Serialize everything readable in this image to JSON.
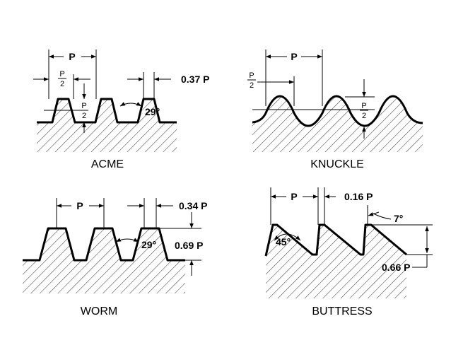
{
  "threads": {
    "acme": {
      "name": "ACME",
      "pitch": "P",
      "half_pitch_num": "P",
      "half_pitch_den": "2",
      "depth_num": "P",
      "depth_den": "2",
      "flat": "0.37 P",
      "angle": "29°"
    },
    "knuckle": {
      "name": "KNUCKLE",
      "pitch": "P",
      "half_pitch_num": "P",
      "half_pitch_den": "2",
      "depth_num": "P",
      "depth_den": "2"
    },
    "worm": {
      "name": "WORM",
      "pitch": "P",
      "flat": "0.34 P",
      "angle": "29°",
      "depth": "0.69 P"
    },
    "buttress": {
      "name": "BUTTRESS",
      "pitch": "P",
      "flat": "0.16 P",
      "angle_small": "7°",
      "angle_large": "45°",
      "depth": "0.66 P"
    }
  }
}
